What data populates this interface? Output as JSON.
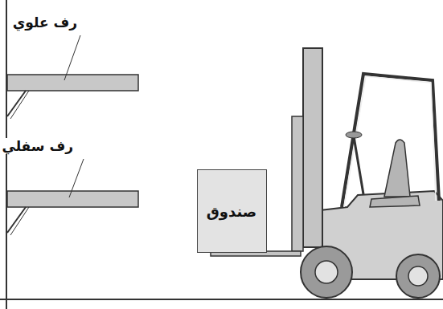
{
  "diagram": {
    "nodes": [
      {
        "text": [
          "صندوق"
        ]
      }
    ],
    "labels": [
      "رف علوي",
      "رف سفلي"
    ]
  }
}
